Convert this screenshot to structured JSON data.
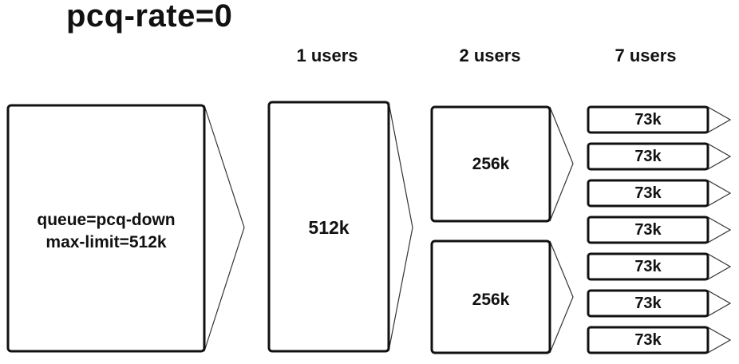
{
  "title": "pcq-rate=0",
  "columns": {
    "one": "1 users",
    "two": "2 users",
    "seven": "7 users"
  },
  "queue": {
    "line1": "queue=pcq-down",
    "line2": "max-limit=512k"
  },
  "one_user": {
    "rate": "512k"
  },
  "two_users": [
    {
      "rate": "256k"
    },
    {
      "rate": "256k"
    }
  ],
  "seven_users": [
    {
      "rate": "73k"
    },
    {
      "rate": "73k"
    },
    {
      "rate": "73k"
    },
    {
      "rate": "73k"
    },
    {
      "rate": "73k"
    },
    {
      "rate": "73k"
    },
    {
      "rate": "73k"
    }
  ]
}
